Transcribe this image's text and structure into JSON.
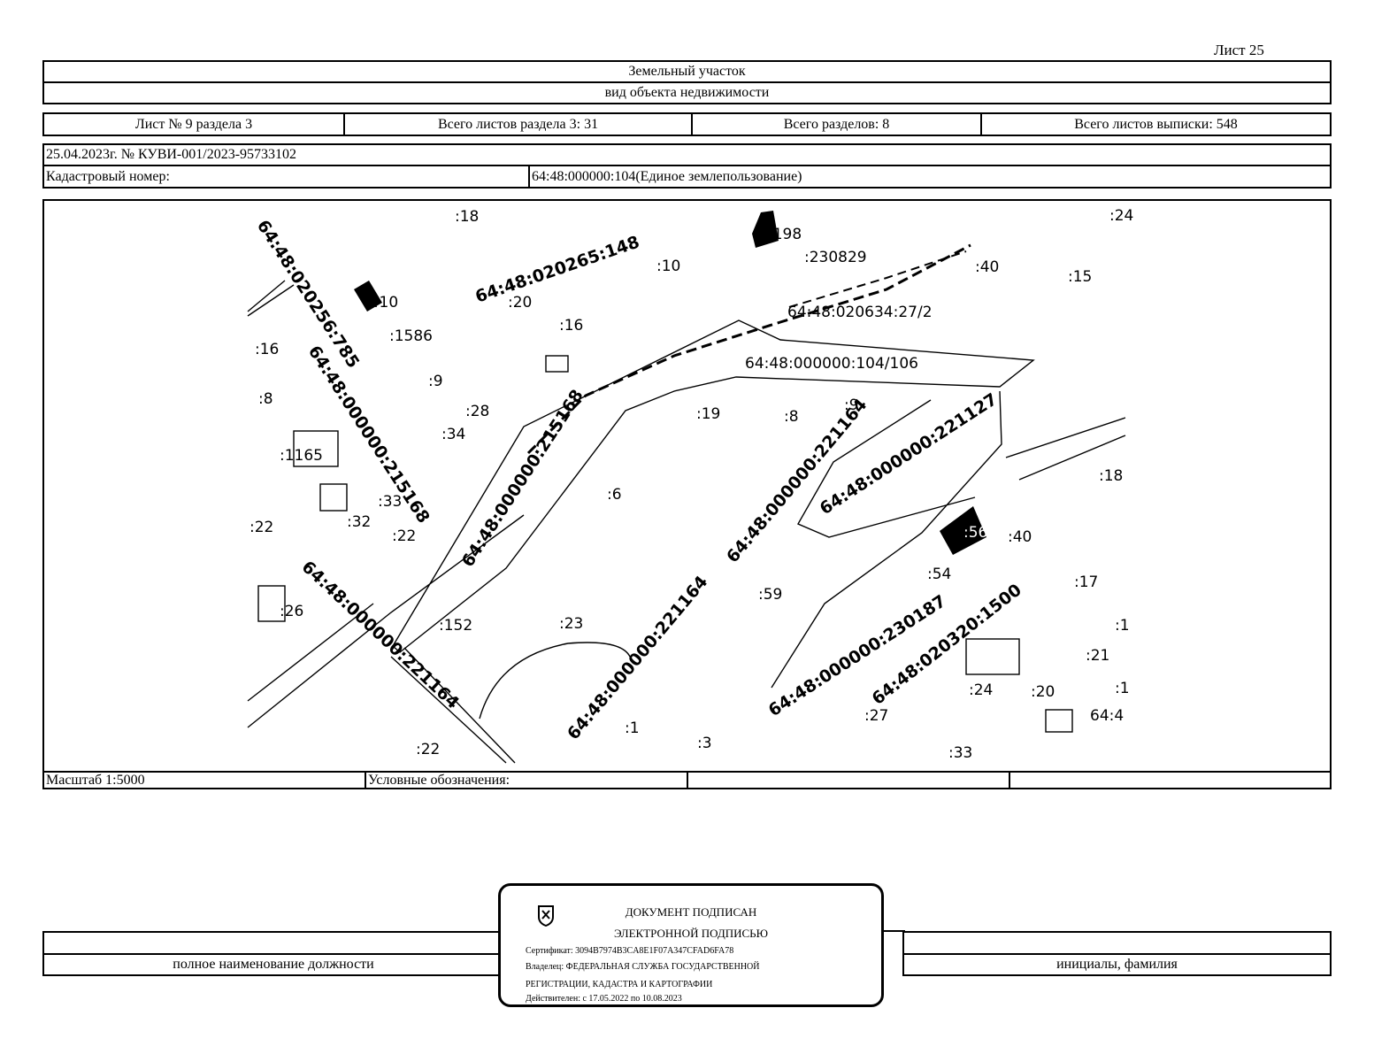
{
  "sheet_label": "Лист 25",
  "header": {
    "object_type": "Земельный участок",
    "object_type_caption": "вид объекта недвижимости"
  },
  "sheet_info": {
    "sheet_no": "Лист № 9 раздела 3",
    "section_sheets": "Всего листов раздела 3: 31",
    "sections_total": "Всего разделов: 8",
    "extract_sheets": "Всего листов выписки: 548"
  },
  "document": {
    "date_number": "25.04.2023г. № КУВИ-001/2023-95733102",
    "cadastral_label": "Кадастровый номер:",
    "cadastral_value": "64:48:000000:104(Единое землепользование)"
  },
  "map": {
    "labels": [
      ":18",
      ":198",
      ":230829",
      ":40",
      ":15",
      ":10",
      ":20",
      ":16",
      ":410",
      ":1586",
      ":16",
      ":9",
      ":8",
      ":28",
      ":34",
      ":1165",
      ":33",
      ":32",
      ":22",
      ":22",
      ":26",
      ":152",
      ":23",
      ":6",
      ":19",
      ":8",
      ":9",
      ":18",
      ":56",
      ":40",
      ":54",
      ":17",
      ":59",
      ":1",
      ":21",
      ":24",
      ":20",
      ":1",
      ":27",
      ":1",
      ":3",
      ":22",
      ":33",
      ":24",
      "64:4"
    ],
    "cadastral_labels": [
      "64:48:020265:148",
      "64:48:020256:785",
      "64:48:000000:215168",
      "64:48:000000:215168",
      "64:48:020634:27/2",
      "64:48:000000:104/106",
      "64:48:000000:221164",
      "64:48:000000:221127",
      "64:48:000000:221164",
      "64:48:000000:221164",
      "64:48:000000:230187",
      "64:48:020320:1500"
    ]
  },
  "footer_row": {
    "scale": "Масштаб 1:5000",
    "legend": "Условные обозначения:"
  },
  "signature": {
    "position_caption": "полное наименование должности",
    "initials_caption": "инициалы, фамилия"
  },
  "stamp": {
    "line1": "ДОКУМЕНТ ПОДПИСАН",
    "line2": "ЭЛЕКТРОННОЙ ПОДПИСЬЮ",
    "certificate": "Сертификат: 3094B7974B3CA8E1F07A347CFAD6FA78",
    "owner_1": "Владелец: ФЕДЕРАЛЬНАЯ СЛУЖБА ГОСУДАРСТВЕННОЙ",
    "owner_2": "РЕГИСТРАЦИИ, КАДАСТРА И КАРТОГРАФИИ",
    "valid": "Действителен: с 17.05.2022 по 10.08.2023"
  }
}
